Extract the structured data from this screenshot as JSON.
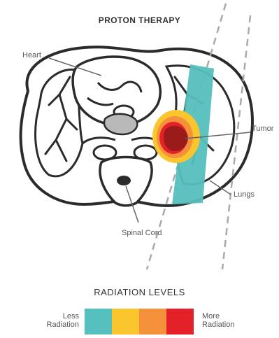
{
  "title": "PROTON THERAPY",
  "labels": {
    "heart": "Heart",
    "tumor": "Tumor",
    "lungs": "Lungs",
    "spinal_cord": "Spinal Cord"
  },
  "legend": {
    "title": "RADIATION LEVELS",
    "less": [
      "Less",
      "Radiation"
    ],
    "more": [
      "More",
      "Radiation"
    ],
    "levels": [
      {
        "color": "#55c0bd"
      },
      {
        "color": "#fbc52d"
      },
      {
        "color": "#f5913a"
      },
      {
        "color": "#e42128"
      }
    ]
  },
  "colors": {
    "outline": "#2b2b2b",
    "body_fill": "#ffffff",
    "bone_fill": "#b9b9b9",
    "beam": "#55c0bd",
    "tumor_core": "#9b1b1b",
    "beam_guides": "#aaaaaa"
  }
}
